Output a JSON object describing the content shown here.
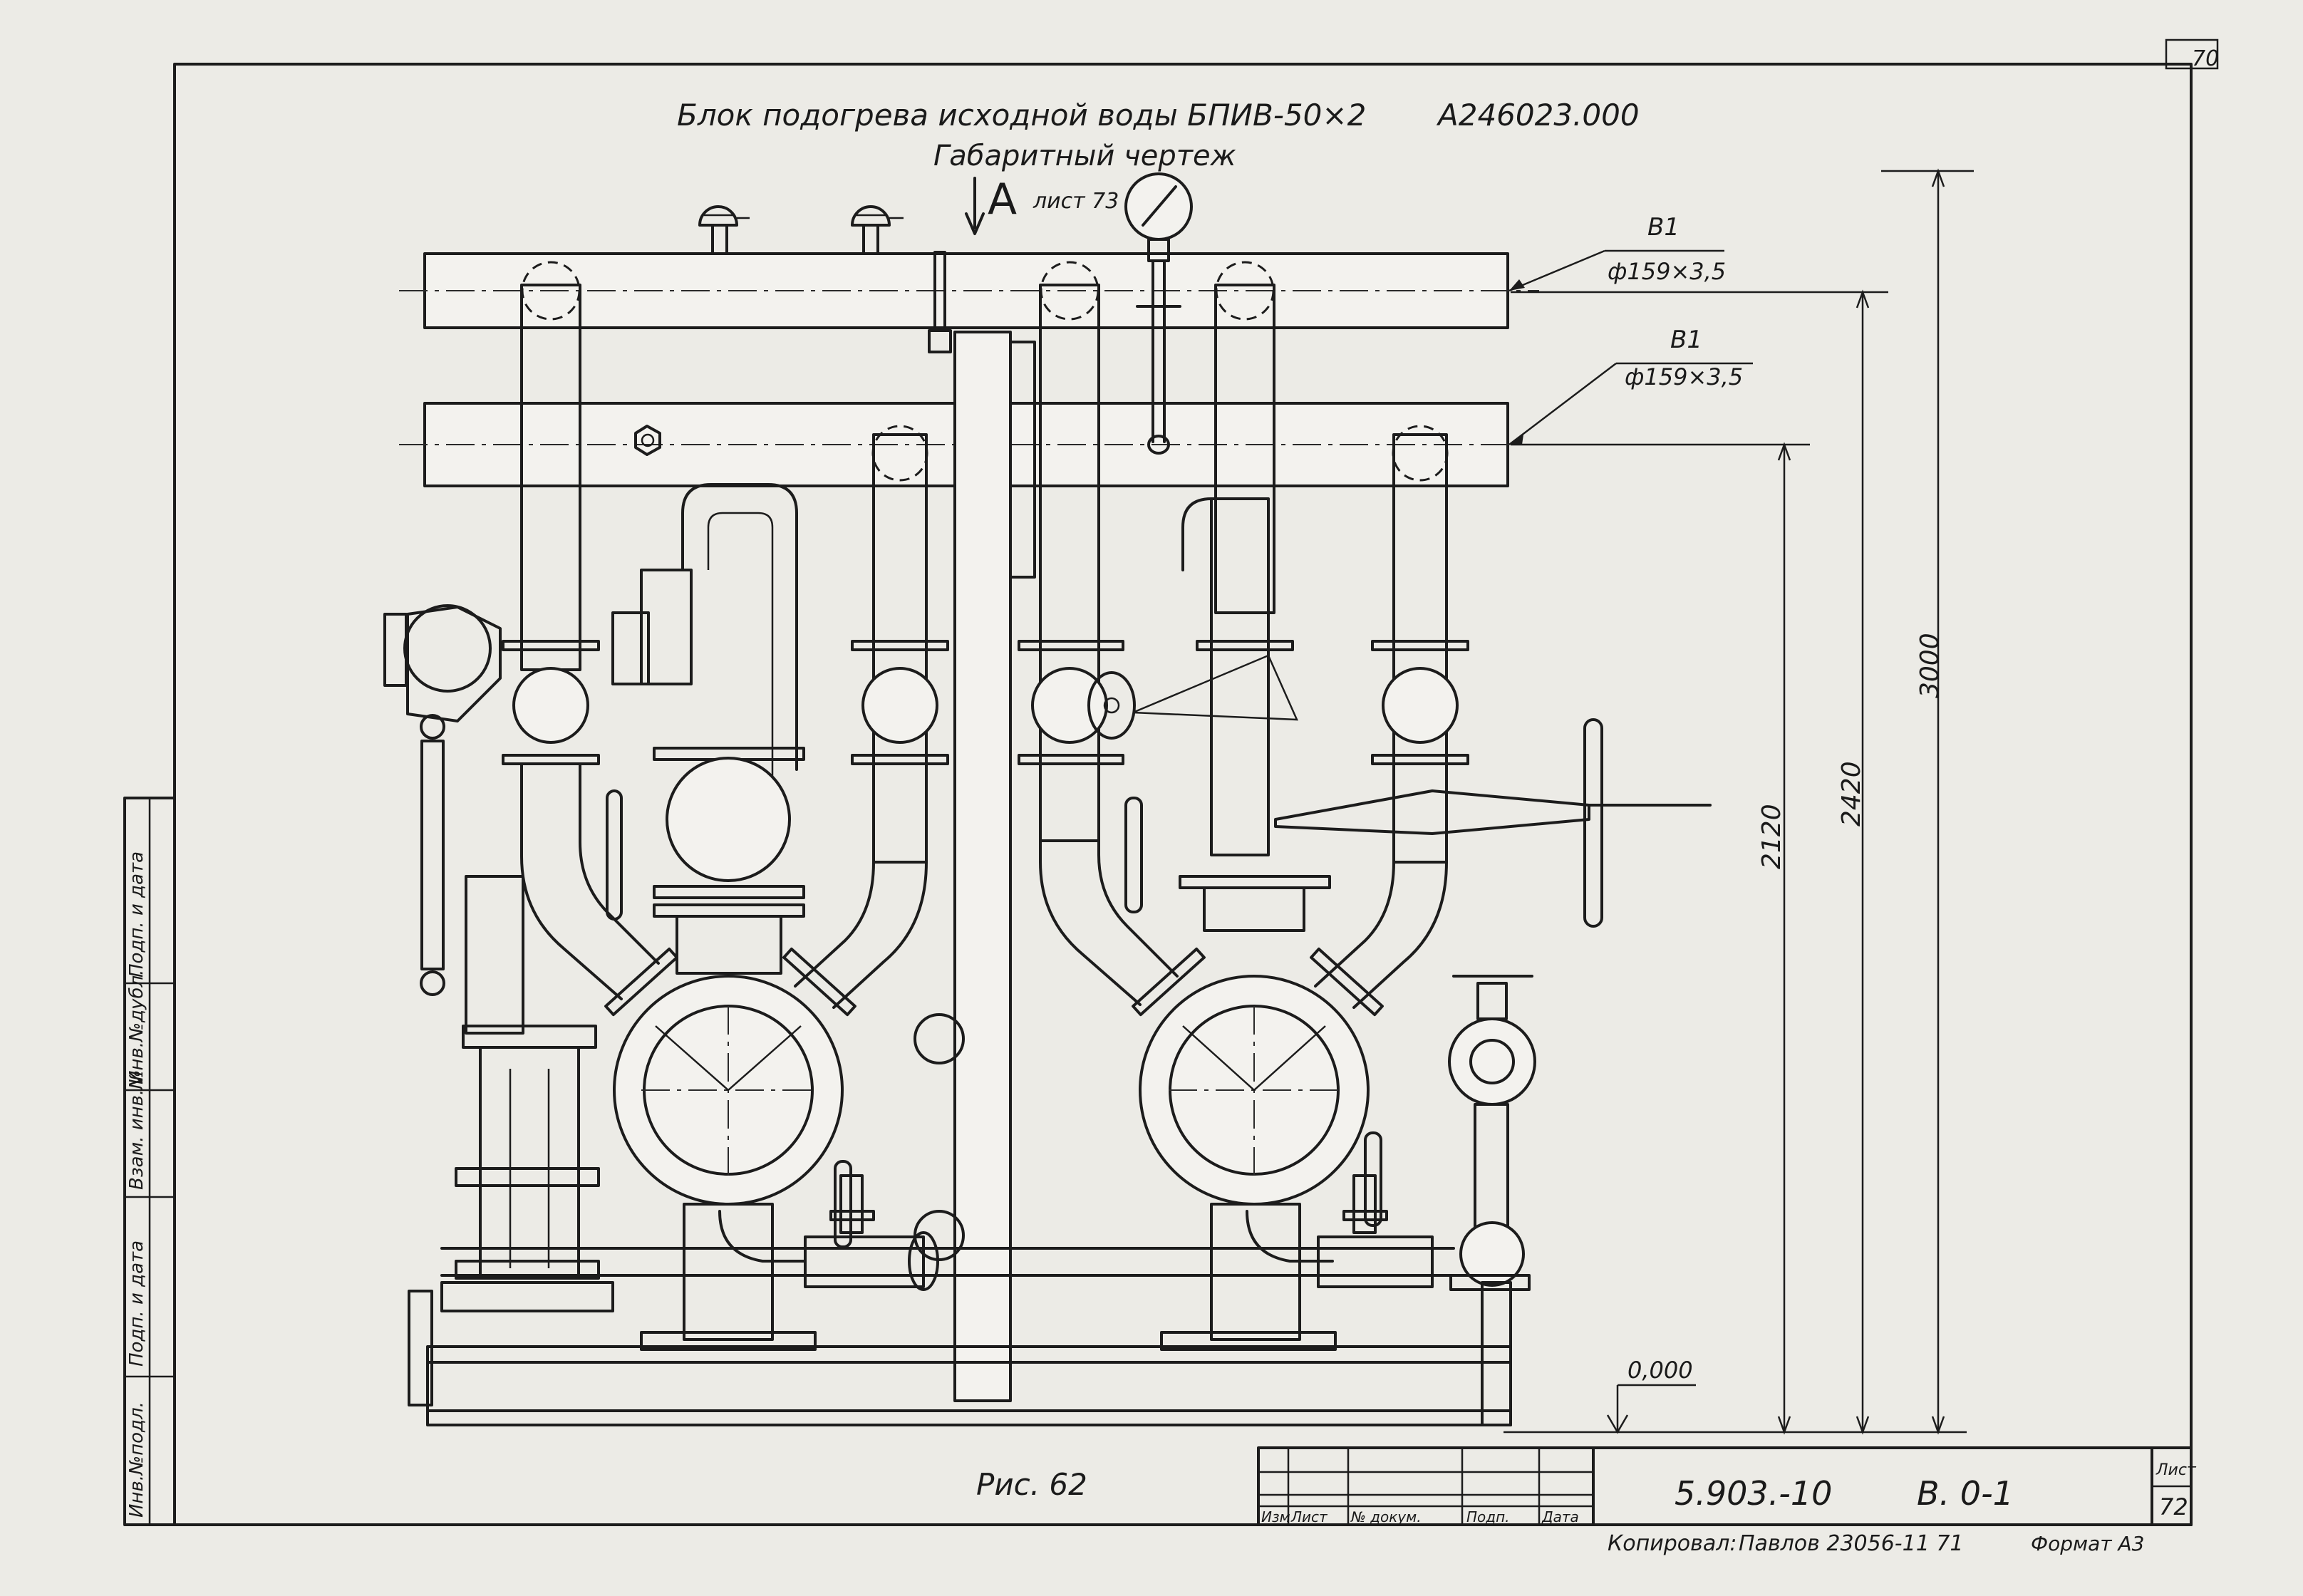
{
  "drawing": {
    "title_line1": "Блок подогрева исходной воды БПИВ-50×2",
    "doc_code": "А246023.000",
    "title_line2": "Габаритный чертеж",
    "view_letter": "А",
    "view_sheet_ref": "лист 73",
    "figure_caption": "Рис. 62",
    "page_number_corner": "70"
  },
  "callouts": [
    {
      "label": "В1",
      "spec": "ф159×3,5"
    },
    {
      "label": "В1",
      "spec": "ф159×3,5"
    }
  ],
  "dimensions": {
    "height_total": "3000",
    "height_pipe_upper": "2420",
    "height_pipe_lower": "2120",
    "base_level": "0,000"
  },
  "side_stamp": {
    "cells": [
      "Инв.№подл.",
      "Подп. и дата",
      "Взам. инв.№",
      "Инв.№дубл.",
      "Подп. и дата"
    ]
  },
  "title_block": {
    "col_headers": [
      "Изм",
      "Лист",
      "№ докум.",
      "Подп.",
      "Дата"
    ],
    "designation": "5.903.-10",
    "variant": "В. 0-1",
    "sheet_label": "Лист",
    "sheet_number": "72"
  },
  "footer": {
    "copied_label": "Копировал:",
    "copied_value": "Павлов 23056-11 71",
    "format_label": "Формат А3"
  },
  "colors": {
    "ink": "#1c1c1c",
    "paper": "#ecebe6"
  }
}
